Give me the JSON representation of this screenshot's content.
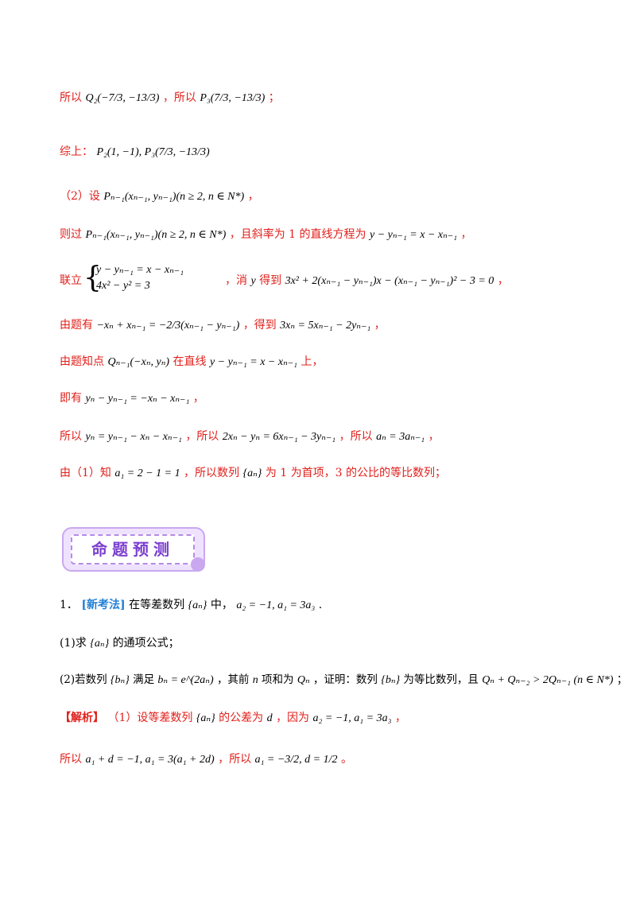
{
  "lines": {
    "l1_pre": "所以",
    "l1_m1": "Q₂(−7/3, −13/3)",
    "l1_mid": "，所以",
    "l1_m2": "P₃(7/3, −13/3)",
    "l1_end": "；",
    "l2_pre": "综上：",
    "l2_m": "P₂(1, −1), P₃(7/3, −13/3)",
    "l3_pre": "（2）设",
    "l3_m": "Pₙ₋₁(xₙ₋₁, yₙ₋₁)(n ≥ 2, n ∈ N*)",
    "l3_end": "，",
    "l4_pre": "则过",
    "l4_m1": "Pₙ₋₁(xₙ₋₁, yₙ₋₁)(n ≥ 2, n ∈ N*)",
    "l4_mid": "，且斜率为 1 的直线方程为",
    "l4_m2": "y − yₙ₋₁ = x − xₙ₋₁",
    "l4_end": "，",
    "l5_pre": "联立",
    "l5_sys1": "y − yₙ₋₁ = x − xₙ₋₁",
    "l5_sys2": "4x² − y² = 3",
    "l5_mid": "，消",
    "l5_var": "y",
    "l5_mid2": "得到",
    "l5_m": "3x² + 2(xₙ₋₁ − yₙ₋₁)x − (xₙ₋₁ − yₙ₋₁)² − 3 = 0",
    "l5_end": "，",
    "l6_pre": "由题有",
    "l6_m1": "−xₙ + xₙ₋₁ = −2/3(xₙ₋₁ − yₙ₋₁)",
    "l6_mid": "，得到",
    "l6_m2": "3xₙ = 5xₙ₋₁ − 2yₙ₋₁",
    "l6_end": "，",
    "l7_pre": "由题知点",
    "l7_m1": "Qₙ₋₁(−xₙ, yₙ)",
    "l7_mid": "在直线",
    "l7_m2": "y − yₙ₋₁ = x − xₙ₋₁",
    "l7_end": "上，",
    "l8_pre": "即有",
    "l8_m": "yₙ − yₙ₋₁ = −xₙ − xₙ₋₁",
    "l8_end": "，",
    "l9_pre": "所以",
    "l9_m1": "yₙ = yₙ₋₁ − xₙ − xₙ₋₁",
    "l9_mid": "，所以",
    "l9_m2": "2xₙ − yₙ = 6xₙ₋₁ − 3yₙ₋₁",
    "l9_mid2": "，所以",
    "l9_m3": "aₙ = 3aₙ₋₁",
    "l9_end": "，",
    "l10_pre": "由（1）知",
    "l10_m1": "a₁ = 2 − 1 = 1",
    "l10_mid": "，所以数列",
    "l10_m2": "{aₙ}",
    "l10_end": "为 1 为首项，3 的公比的等比数列；"
  },
  "banner": {
    "title": "命题预测"
  },
  "question": {
    "num": "1．",
    "tag": "[新考法]",
    "q_pre": "在等差数列",
    "q_m1": "{aₙ}",
    "q_mid": "中，",
    "q_m2": "a₂ = −1, a₁ = 3a₃",
    "q_end": ".",
    "p1_pre": "(1)求",
    "p1_m": "{aₙ}",
    "p1_end": "的通项公式；",
    "p2_pre": "(2)若数列",
    "p2_m1": "{bₙ}",
    "p2_t1": "满足",
    "p2_m2": "bₙ = e^(2aₙ)",
    "p2_t2": "，其前",
    "p2_m3": "n",
    "p2_t3": "项和为",
    "p2_m4": "Qₙ",
    "p2_t4": "，证明：数列",
    "p2_m5": "{bₙ}",
    "p2_t5": "为等比数列，且",
    "p2_m6": "Qₙ + Qₙ₋₂ > 2Qₙ₋₁ (n ∈ N*)",
    "p2_end": "；"
  },
  "solution": {
    "s1_tag": "【解析】",
    "s1_pre": "（1）设等差数列",
    "s1_m1": "{aₙ}",
    "s1_mid": "的公差为",
    "s1_m2": "d",
    "s1_mid2": "，因为",
    "s1_m3": "a₂ = −1, a₁ = 3a₃",
    "s1_end": "，",
    "s2_pre": "所以",
    "s2_m1": "a₁ + d = −1, a₁ = 3(a₁ + 2d)",
    "s2_mid": "，所以",
    "s2_m2": "a₁ = −3/2, d = 1/2",
    "s2_end": "。"
  }
}
